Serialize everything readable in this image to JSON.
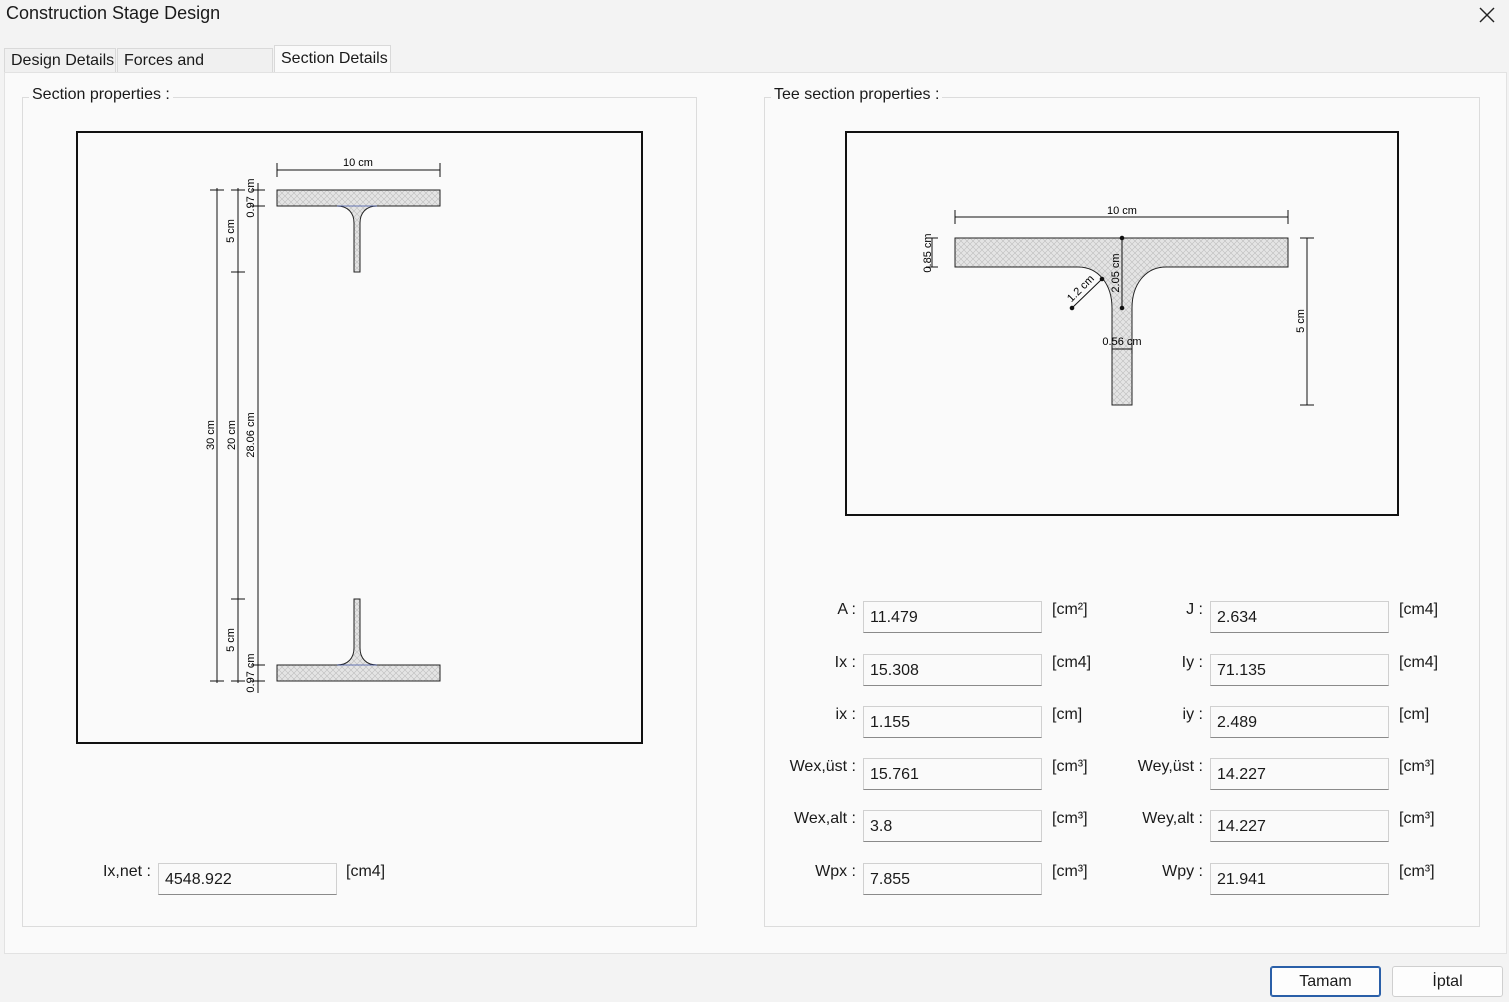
{
  "window": {
    "title": "Construction Stage Design"
  },
  "tabs": [
    "Design Details",
    "Forces and Moments",
    "Section Details"
  ],
  "section_group": {
    "legend": "Section properties :",
    "drawing": {
      "width_dim": "10 cm",
      "flange_dim_top": "0.97 cm",
      "tee_depth_top": "5 cm",
      "total_height": "30 cm",
      "web_height": "20 cm",
      "inner_height": "28.06 cm",
      "tee_depth_bottom": "5 cm",
      "flange_dim_bottom": "0.97 cm"
    },
    "ixnet": {
      "label": "Ix,net :",
      "value": "4548.922",
      "unit": "[cm4]"
    }
  },
  "tee_group": {
    "legend": "Tee section properties :",
    "drawing": {
      "width_dim": "10 cm",
      "flange_thk": "0.85 cm",
      "root_radius": "1.2 cm",
      "web_top_dim": "2.05 cm",
      "web_thk": "0.56 cm",
      "depth": "5 cm"
    },
    "props": [
      {
        "label": "A :",
        "value": "11.479",
        "unit": "[cm²]",
        "label2": "J :",
        "value2": "2.634",
        "unit2": "[cm4]"
      },
      {
        "label": "Ix :",
        "value": "15.308",
        "unit": "[cm4]",
        "label2": "Iy :",
        "value2": "71.135",
        "unit2": "[cm4]"
      },
      {
        "label": "ix :",
        "value": "1.155",
        "unit": "[cm]",
        "label2": "iy :",
        "value2": "2.489",
        "unit2": "[cm]"
      },
      {
        "label": "Wex,üst :",
        "value": "15.761",
        "unit": "[cm³]",
        "label2": "Wey,üst :",
        "value2": "14.227",
        "unit2": "[cm³]"
      },
      {
        "label": "Wex,alt :",
        "value": "3.8",
        "unit": "[cm³]",
        "label2": "Wey,alt :",
        "value2": "14.227",
        "unit2": "[cm³]"
      },
      {
        "label": "Wpx :",
        "value": "7.855",
        "unit": "[cm³]",
        "label2": "Wpy :",
        "value2": "21.941",
        "unit2": "[cm³]"
      }
    ]
  },
  "buttons": {
    "ok": "Tamam",
    "cancel": "İptal"
  }
}
